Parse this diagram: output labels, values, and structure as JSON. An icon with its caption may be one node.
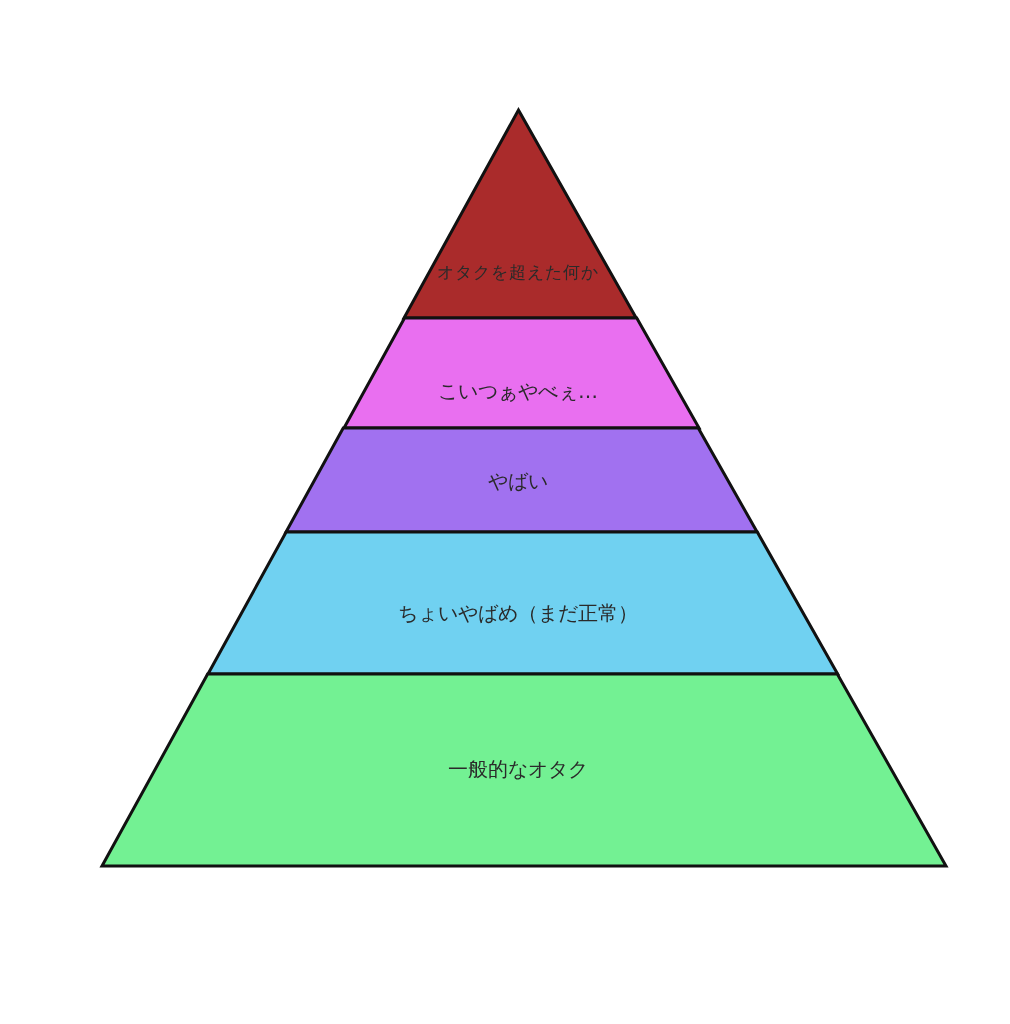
{
  "diagram": {
    "nodes": [
      {
        "text": [
          "オタクを超えた何か"
        ]
      },
      {
        "text": [
          "こいつぁやべぇ…"
        ]
      },
      {
        "text": [
          "やばい"
        ]
      },
      {
        "text": [
          "ちょいやばめ（まだ正常）"
        ]
      },
      {
        "text": [
          "一般的なオタク"
        ]
      }
    ]
  }
}
